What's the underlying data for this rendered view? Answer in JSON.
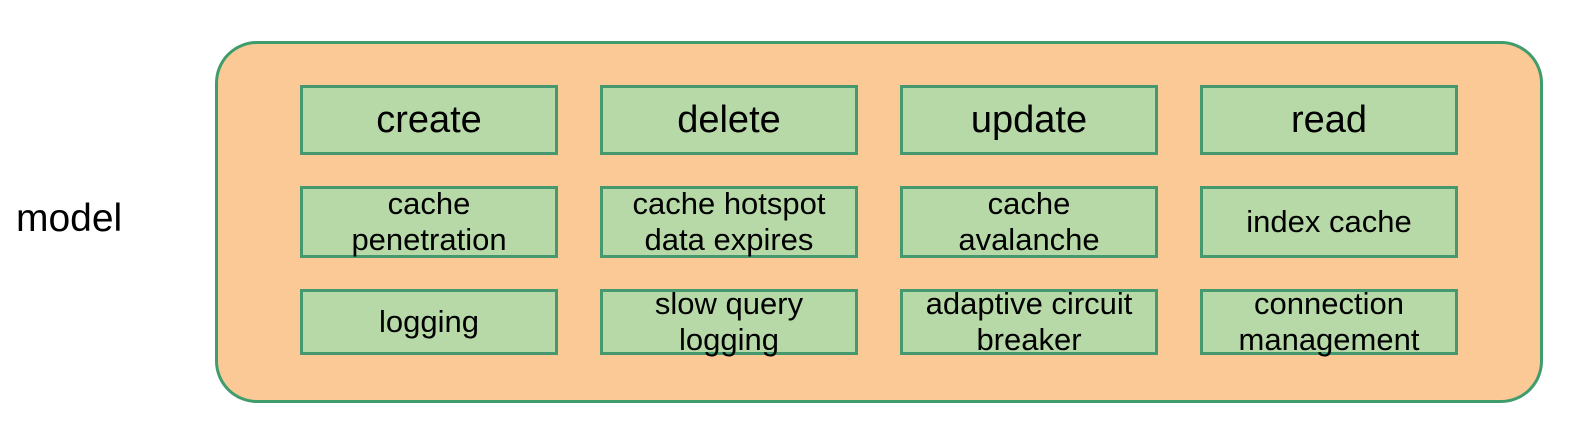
{
  "diagram": {
    "side_label": "model",
    "colors": {
      "group_fill": "#fbc995",
      "group_border": "#3f9c6d",
      "node_fill": "#b7d9a8",
      "node_border": "#44996f",
      "text": "#000000",
      "background": "#ffffff"
    },
    "columns": [
      {
        "operation": "create",
        "cells": [
          "create",
          "cache\npenetration",
          "logging"
        ]
      },
      {
        "operation": "delete",
        "cells": [
          "delete",
          "cache hotspot\ndata expires",
          "slow query\nlogging"
        ]
      },
      {
        "operation": "update",
        "cells": [
          "update",
          "cache\navalanche",
          "adaptive circuit\nbreaker"
        ]
      },
      {
        "operation": "read",
        "cells": [
          "read",
          "index cache",
          "connection\nmanagement"
        ]
      }
    ],
    "nodes": {
      "r1c1": "create",
      "r1c2": "delete",
      "r1c3": "update",
      "r1c4": "read",
      "r2c1": "cache\npenetration",
      "r2c2": "cache hotspot\ndata expires",
      "r2c3": "cache\navalanche",
      "r2c4": "index cache",
      "r3c1": "logging",
      "r3c2": "slow query\nlogging",
      "r3c3": "adaptive circuit\nbreaker",
      "r3c4": "connection\nmanagement"
    }
  }
}
